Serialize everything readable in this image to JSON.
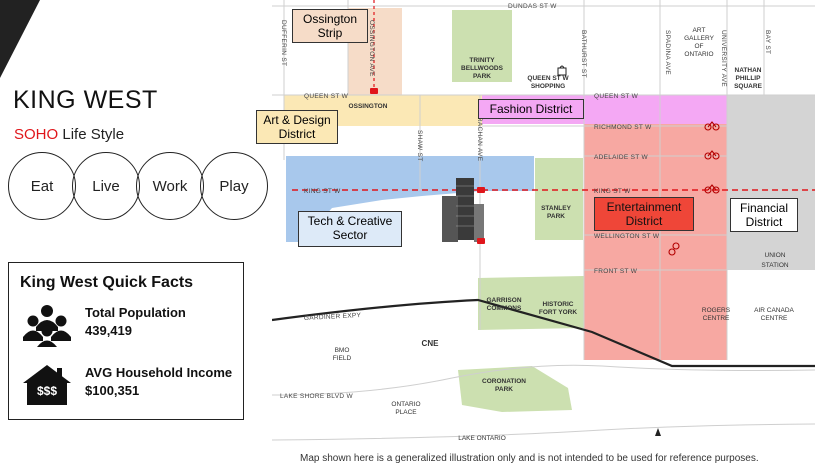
{
  "header": {
    "title": "KING WEST",
    "subtitle_accent": "SOHO",
    "subtitle_rest": " Life Style"
  },
  "lifestyle": [
    "Eat",
    "Live",
    "Work",
    "Play"
  ],
  "facts": {
    "title": "King West Quick Facts",
    "population_label": "Total Population",
    "population_value": "439,419",
    "income_label": "AVG Household Income",
    "income_value": "$100,351",
    "income_icon_text": "$$$"
  },
  "map": {
    "districts": {
      "ossington": "Ossington Strip",
      "art_design": "Art & Design District",
      "fashion": "Fashion District",
      "tech": "Tech & Creative Sector",
      "entertainment": "Entertainment District",
      "financial": "Financial District"
    },
    "streets": {
      "dundas": "DUNDAS ST W",
      "queen_left": "QUEEN ST W",
      "queen_right": "QUEEN ST W",
      "richmond": "RICHMOND ST W",
      "adelaide": "ADELAIDE ST W",
      "king_left": "KING ST W",
      "king_right": "KING ST W",
      "wellington": "WELLINGTON ST W",
      "front": "FRONT ST W",
      "gardiner": "GARDINER EXPY",
      "lakeshore": "LAKE SHORE BLVD W",
      "dufferin": "DUFFERIN ST",
      "ossington_ave": "OSSINGTON AVE",
      "shaw": "SHAW ST",
      "strachan": "STRACHAN AVE",
      "bathurst": "BATHURST ST",
      "spadina": "SPADINA AVE",
      "university": "UNIVERSITY AVE",
      "bay": "BAY ST"
    },
    "places": {
      "ossington": "OSSINGTON",
      "trinity_bellwoods": "TRINITY BELLWOODS PARK",
      "queen_st_shopping": "QUEEN ST W SHOPPING",
      "ago": "ART GALLERY OF ONTARIO",
      "nathan_phillip": "NATHAN PHILLIP SQUARE",
      "stanley_park": "STANLEY PARK",
      "union_station": "UNION STATION",
      "garrison_commons": "GARRISON COMMONS",
      "historic_fort_york": "HISTORIC FORT YORK",
      "rogers_centre": "ROGERS CENTRE",
      "air_canada_centre": "AIR CANADA CENTRE",
      "bmo_field": "BMO FIELD",
      "cne": "CNE",
      "coronation_park": "CORONATION PARK",
      "ontario_place": "ONTARIO PLACE",
      "lake_ontario": "LAKE ONTARIO"
    },
    "colors": {
      "ossington": "#f6dcc8",
      "art_design": "#fbe8b5",
      "fashion": "#f4a8f4",
      "tech": "#a8c8ec",
      "entertainment": "#f7a8a2",
      "financial": "#d4d4d4",
      "park": "#cce0b0",
      "king_line": "#e0161b",
      "entertainment_label": "#ef4638"
    },
    "note": "Map shown here is a generalized illustration only and is not intended to be used for reference purposes."
  }
}
